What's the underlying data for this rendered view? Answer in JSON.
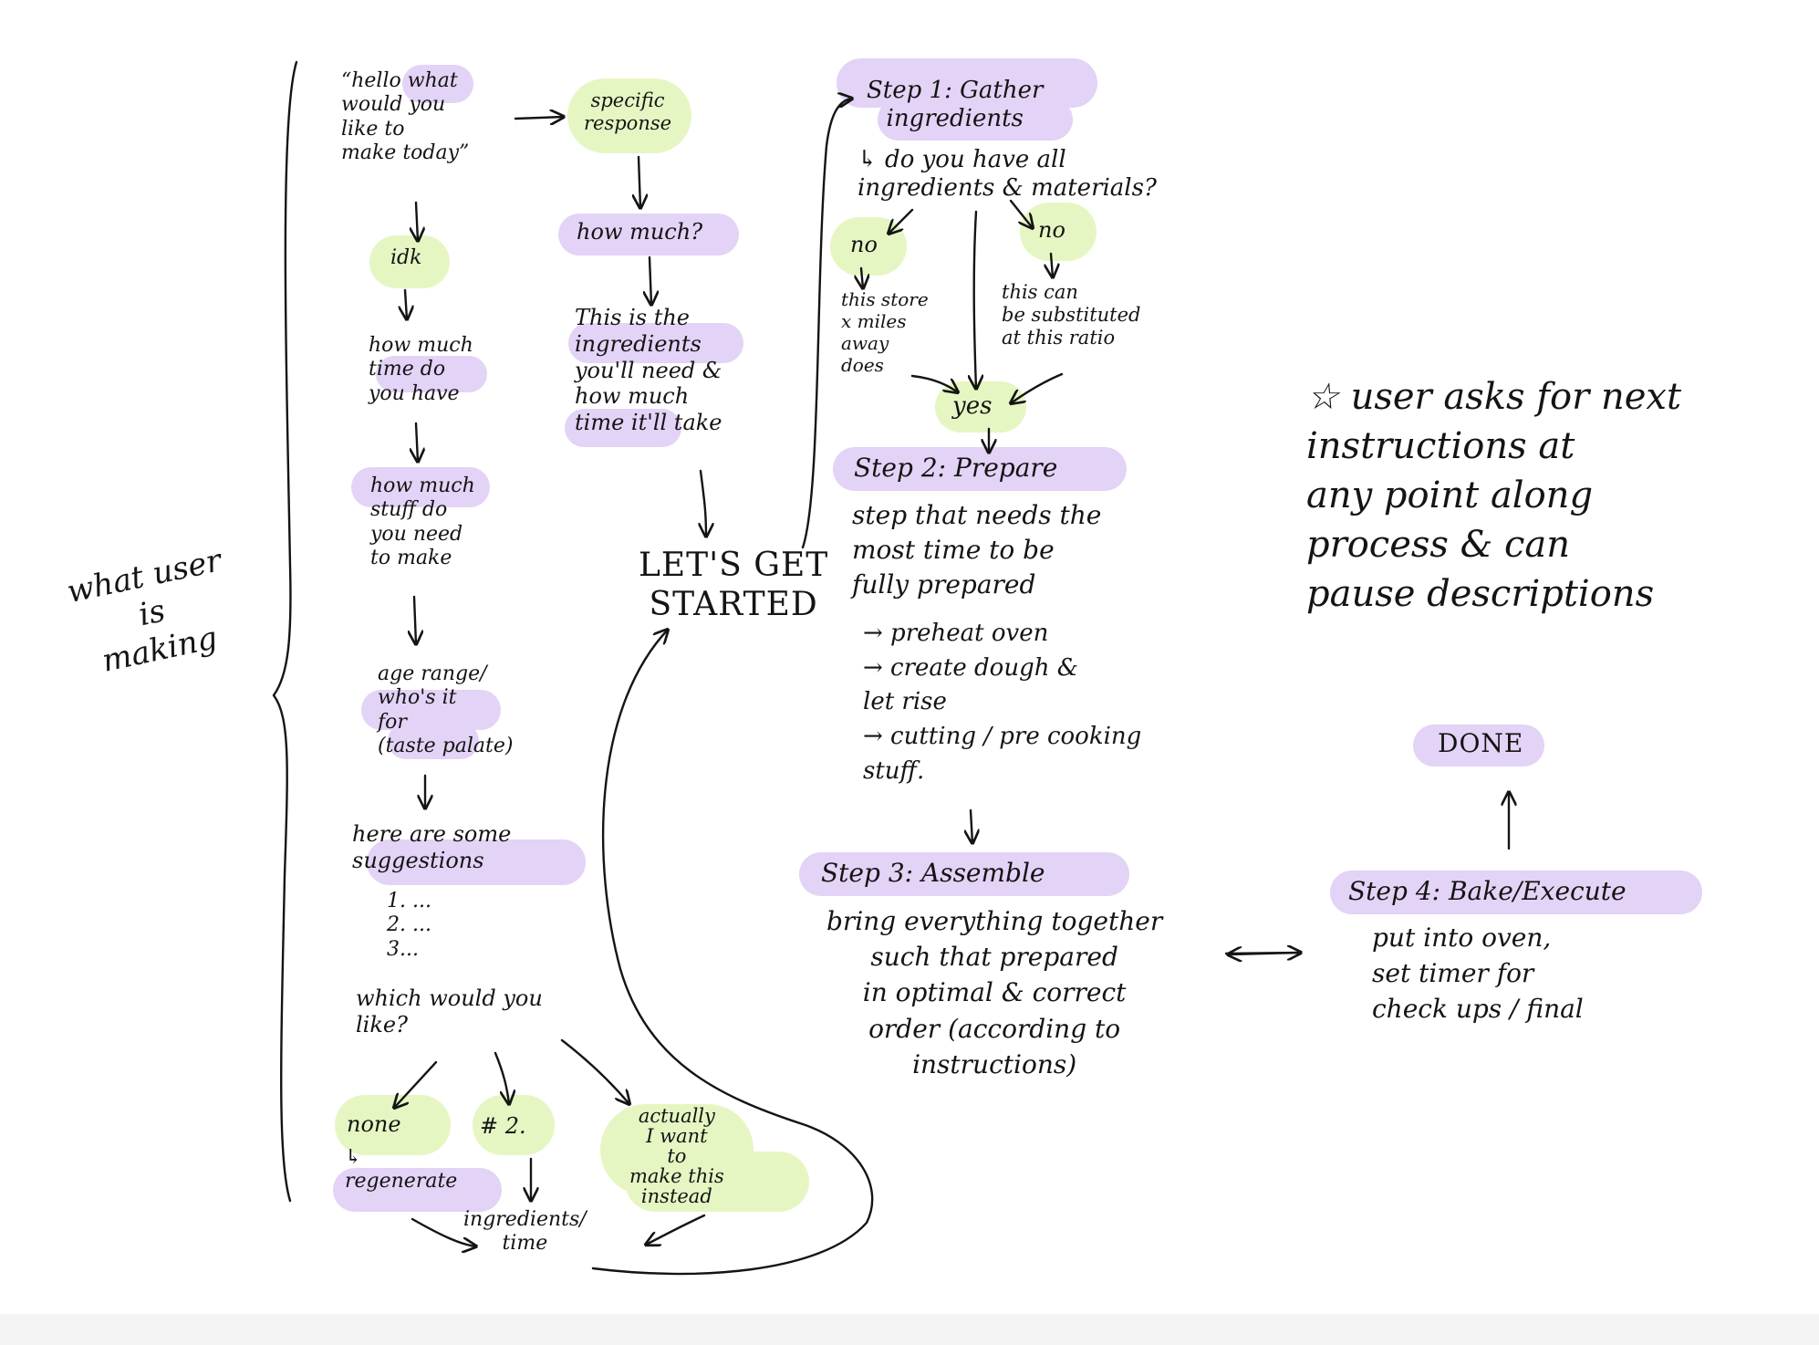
{
  "colors": {
    "ink": "#141414",
    "purple_highlight": "#e3d3f6",
    "green_highlight": "#e6f6c3"
  },
  "labels": {
    "side": "what user\nis\nmaking",
    "greeting": "“hello what\nwould you\nlike to\nmake today”",
    "idk": "idk",
    "time_q": "how much\ntime do\nyou have",
    "stuff_q": "how much\nstuff do\nyou need\nto make",
    "age": "age range/\nwho's it\nfor\n(taste palate)",
    "suggestions": "here are some\nsuggestions",
    "list": "1. ...\n2. ...\n3...",
    "which": "which would you\nlike?",
    "none": "none",
    "regenerate": "↳\nregenerate",
    "choice2": "# 2.",
    "actually": "actually\nI want\nto\nmake this\ninstead",
    "ingredients_time": "ingredients/\ntime",
    "specific": "specific\nresponse",
    "how_much": "how much?",
    "this_is": "This is the\ningredients\nyou'll need &\nhow much\ntime it'll take",
    "lets": "LET'S GET\nSTARTED",
    "step1": "Step 1: Gather\ningredients",
    "have_all": "↳ do you have all\ningredients & materials?",
    "no1": "no",
    "no2": "no",
    "store": "this store\nx miles\naway\ndoes",
    "subst": "this can\nbe substituted\nat this ratio",
    "yes": "yes",
    "step2": "Step 2: Prepare",
    "step2_desc": "step that needs the\nmost time to be\nfully prepared",
    "bullets": "→ preheat oven\n→ create dough &\n    let rise\n→ cutting / pre cooking\n    stuff.",
    "step3": "Step 3: Assemble",
    "step3_desc": "bring everything together\nsuch that prepared\nin optimal & correct\norder (according to\ninstructions)",
    "step4": "Step 4: Bake/Execute",
    "step4_desc": "put into oven,\nset timer for\ncheck ups / final",
    "done": "DONE",
    "note": "☆ user asks for next\ninstructions at\nany point along\nprocess & can\npause descriptions"
  }
}
